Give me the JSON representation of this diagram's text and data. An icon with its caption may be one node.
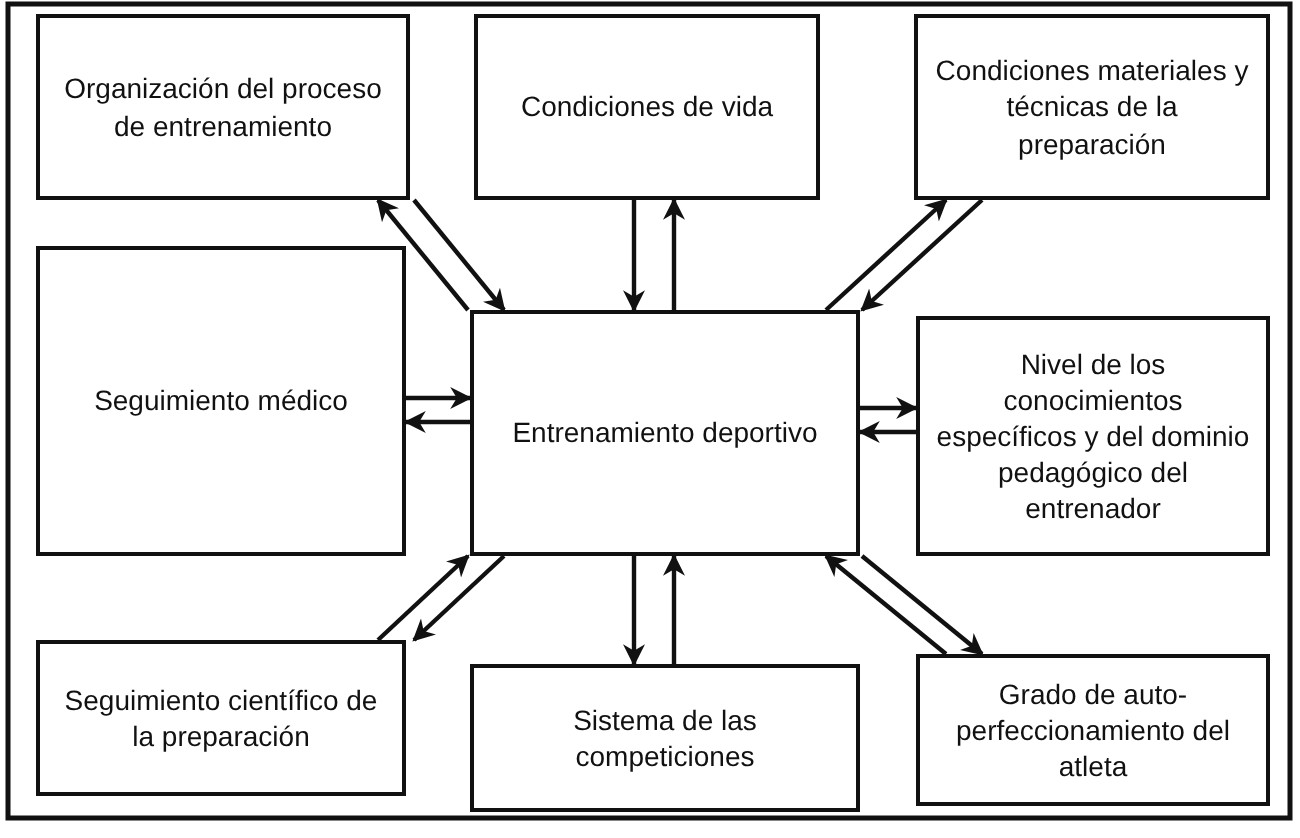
{
  "diagram": {
    "nodes": [
      {
        "text": [
          "Organización del proceso de entrenamiento"
        ]
      },
      {
        "text": [
          "Condiciones de vida"
        ]
      },
      {
        "text": [
          "Condiciones materiales y técnicas de la preparación"
        ]
      },
      {
        "text": [
          "Seguimiento médico"
        ]
      },
      {
        "text": [
          "Entrenamiento deportivo"
        ]
      },
      {
        "text": [
          "Nivel de los conocimientos específicos y del dominio pedagógico del entrenador"
        ]
      },
      {
        "text": [
          "Seguimiento científico de la preparación"
        ]
      },
      {
        "text": [
          "Sistema de las competiciones"
        ]
      },
      {
        "text": [
          "Grado de auto-perfeccionamiento del atleta"
        ]
      }
    ],
    "edges": [
      {
        "from": 0,
        "to": 4,
        "arrow": "to"
      },
      {
        "from": 4,
        "to": 0,
        "arrow": "to"
      },
      {
        "from": 1,
        "to": 4,
        "arrow": "to"
      },
      {
        "from": 4,
        "to": 1,
        "arrow": "to"
      },
      {
        "from": 2,
        "to": 4,
        "arrow": "to"
      },
      {
        "from": 4,
        "to": 2,
        "arrow": "to"
      },
      {
        "from": 3,
        "to": 4,
        "arrow": "to"
      },
      {
        "from": 4,
        "to": 3,
        "arrow": "to"
      },
      {
        "from": 5,
        "to": 4,
        "arrow": "to"
      },
      {
        "from": 4,
        "to": 5,
        "arrow": "to"
      },
      {
        "from": 6,
        "to": 4,
        "arrow": "to"
      },
      {
        "from": 4,
        "to": 6,
        "arrow": "to"
      },
      {
        "from": 7,
        "to": 4,
        "arrow": "to"
      },
      {
        "from": 4,
        "to": 7,
        "arrow": "to"
      },
      {
        "from": 8,
        "to": 4,
        "arrow": "to"
      },
      {
        "from": 4,
        "to": 8,
        "arrow": "to"
      }
    ]
  }
}
